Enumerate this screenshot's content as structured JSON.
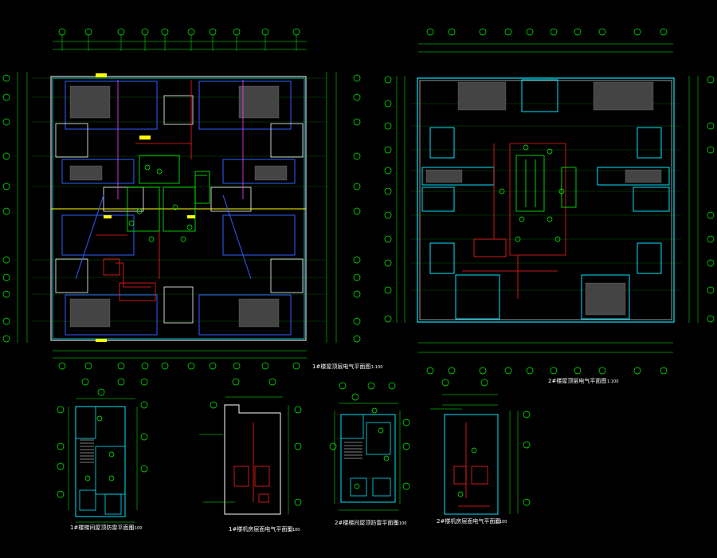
{
  "drawing": {
    "background": "#000000",
    "colors": {
      "wall_cyan": "#00e5ff",
      "wall_white": "#ffffff",
      "dim_green": "#00ff00",
      "circuit_red": "#ff2020",
      "axis_blue": "#3060ff",
      "highlight_yellow": "#ffff00",
      "magenta_line": "#ff40ff"
    },
    "plans": [
      {
        "id": "plan-1",
        "title": "1#楼屋顶层电气平面图",
        "scale": "1:100"
      },
      {
        "id": "plan-2",
        "title": "2#楼屋顶层电气平面图",
        "scale": "1:100"
      },
      {
        "id": "plan-3",
        "title": "1#楼梯间屋顶防雷平面图",
        "scale": "1:100"
      },
      {
        "id": "plan-4",
        "title": "1#楼机房层面电气平面图",
        "scale": "1:100"
      },
      {
        "id": "plan-5",
        "title": "2#楼梯间屋顶防雷平面图",
        "scale": "1:100"
      },
      {
        "id": "plan-6",
        "title": "2#楼机房层面电气平面图",
        "scale": "1:100"
      }
    ]
  }
}
